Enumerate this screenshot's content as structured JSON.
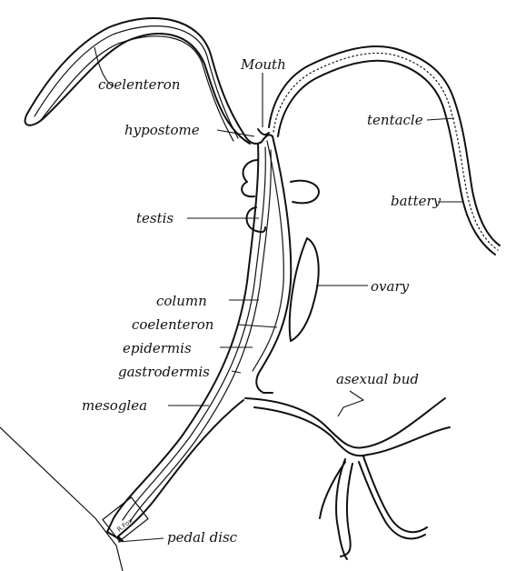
{
  "labels": {
    "mouth": "Mouth",
    "coelenteron_top": "coelenteron",
    "hypostome": "hypostome",
    "tentacle": "tentacle",
    "battery": "battery",
    "testis": "testis",
    "ovary": "ovary",
    "column": "column",
    "coelenteron": "coelenteron",
    "epidermis": "epidermis",
    "gastrodermis": "gastrodermis",
    "mesoglea": "mesoglea",
    "asexual_bud": "asexual bud",
    "pedal_disc": "pedal disc",
    "signature": "R.Fox"
  }
}
